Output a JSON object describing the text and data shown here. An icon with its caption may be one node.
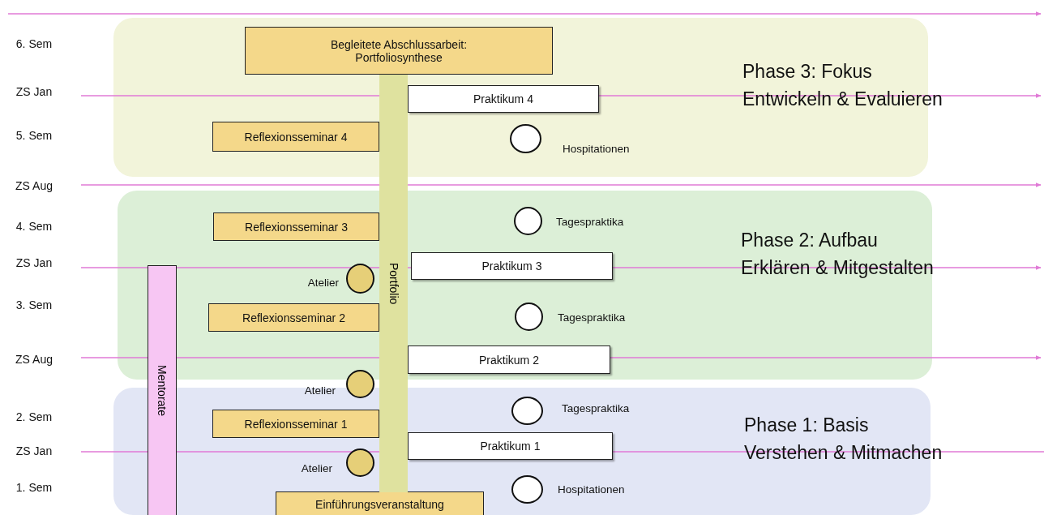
{
  "diagram": {
    "nodes": [
      {
        "text": [
          "Phase 3: Fokus",
          "Entwickeln & Evaluieren"
        ]
      },
      {
        "text": [
          "Begleitete Abschlussarbeit: Portfoliosynthese"
        ],
        "in": 0
      },
      {
        "text": [
          "Praktikum 4"
        ],
        "in": 0
      },
      {
        "text": [
          "Reflexionsseminar 4"
        ],
        "in": 0
      },
      {
        "text": [],
        "shape": "circle",
        "beside": [
          "Hospitationen"
        ],
        "in": 0
      },
      {
        "text": [
          "Phase 2: Aufbau",
          "Erklären & Mitgestalten"
        ]
      },
      {
        "text": [
          "Reflexionsseminar 3"
        ],
        "in": 5
      },
      {
        "text": [],
        "shape": "circle",
        "beside": [
          "Tagespraktika"
        ],
        "in": 5
      },
      {
        "text": [
          "Praktikum 3"
        ],
        "in": 5
      },
      {
        "text": [],
        "shape": "circle",
        "beside": [
          "Atelier"
        ],
        "in": 5
      },
      {
        "text": [
          "Reflexionsseminar 2"
        ],
        "in": 5
      },
      {
        "text": [],
        "shape": "circle",
        "beside": [
          "Tagespraktika"
        ],
        "in": 5
      },
      {
        "text": [
          "Praktikum 2"
        ],
        "in": 5
      },
      {
        "text": [],
        "shape": "circle",
        "beside": [
          "Atelier"
        ]
      },
      {
        "text": [
          "Phase 1: Basis",
          "Verstehen & Mitmachen"
        ]
      },
      {
        "text": [],
        "shape": "circle",
        "beside": [
          "Tagespraktika"
        ],
        "in": 14
      },
      {
        "text": [
          "Reflexionsseminar 1"
        ],
        "in": 14
      },
      {
        "text": [
          "Praktikum 1"
        ],
        "in": 14
      },
      {
        "text": [],
        "shape": "circle",
        "beside": [
          "Atelier"
        ],
        "in": 14
      },
      {
        "text": [],
        "shape": "circle",
        "beside": [
          "Hospitationen"
        ],
        "in": 14
      },
      {
        "text": [
          "Einführungsveranstaltung"
        ],
        "in": 14
      },
      {
        "text": [
          "Portfolio"
        ]
      },
      {
        "text": [
          "Mentorate"
        ]
      }
    ],
    "labels": [
      "6. Sem",
      "ZS Jan",
      "5. Sem",
      "ZS Aug",
      "4. Sem",
      "ZS Jan",
      "3. Sem",
      "ZS Aug",
      "2. Sem",
      "ZS Jan",
      "1. Sem"
    ]
  }
}
